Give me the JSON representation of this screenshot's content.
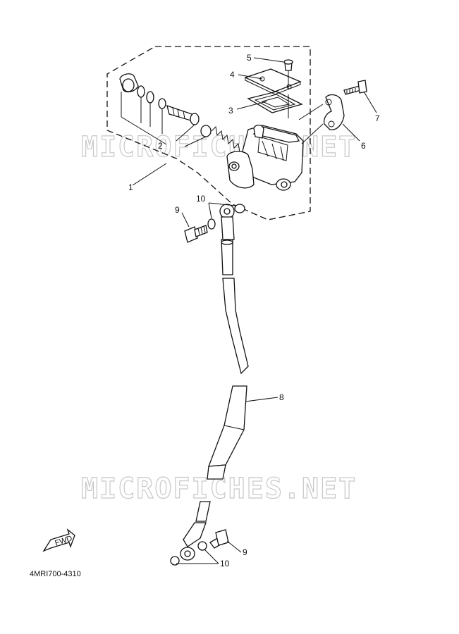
{
  "watermark": "MICROFICHES.NET",
  "callouts": {
    "c1": "1",
    "c2": "2",
    "c3": "3",
    "c4": "4",
    "c5": "5",
    "c6": "6",
    "c7": "7",
    "c8": "8",
    "c9a": "9",
    "c9b": "9",
    "c10a": "10",
    "c10b": "10"
  },
  "fwd_label": "FWD",
  "diagram_code": "4MRI700-4310"
}
